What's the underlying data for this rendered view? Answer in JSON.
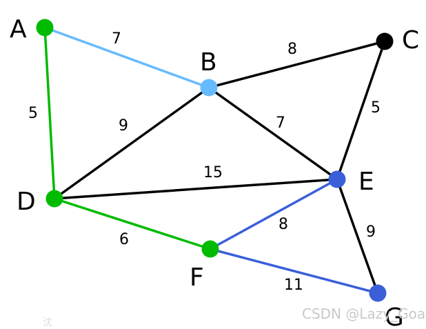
{
  "graph": {
    "nodes": [
      {
        "id": "A",
        "label": "A",
        "color": "#00bb00"
      },
      {
        "id": "B",
        "label": "B",
        "color": "#66bbff"
      },
      {
        "id": "C",
        "label": "C",
        "color": "#000000"
      },
      {
        "id": "D",
        "label": "D",
        "color": "#00bb00"
      },
      {
        "id": "E",
        "label": "E",
        "color": "#3a5fd9"
      },
      {
        "id": "F",
        "label": "F",
        "color": "#00bb00"
      },
      {
        "id": "G",
        "label": "G",
        "color": "#3a5fd9"
      }
    ],
    "edges": [
      {
        "id": "A-B",
        "weight": "7",
        "color": "#66bbff"
      },
      {
        "id": "A-D",
        "weight": "5",
        "color": "#00bb00"
      },
      {
        "id": "B-C",
        "weight": "8",
        "color": "#000000"
      },
      {
        "id": "B-D",
        "weight": "9",
        "color": "#000000"
      },
      {
        "id": "B-E",
        "weight": "7",
        "color": "#000000"
      },
      {
        "id": "C-E",
        "weight": "5",
        "color": "#000000"
      },
      {
        "id": "D-E",
        "weight": "15",
        "color": "#000000"
      },
      {
        "id": "D-F",
        "weight": "6",
        "color": "#00bb00"
      },
      {
        "id": "E-F",
        "weight": "8",
        "color": "#3a5fd9"
      },
      {
        "id": "E-G",
        "weight": "9",
        "color": "#000000"
      },
      {
        "id": "F-G",
        "weight": "11",
        "color": "#3a5fd9"
      }
    ]
  },
  "watermark": "CSDN @Lazy_Goat",
  "faint_mark": "沈"
}
